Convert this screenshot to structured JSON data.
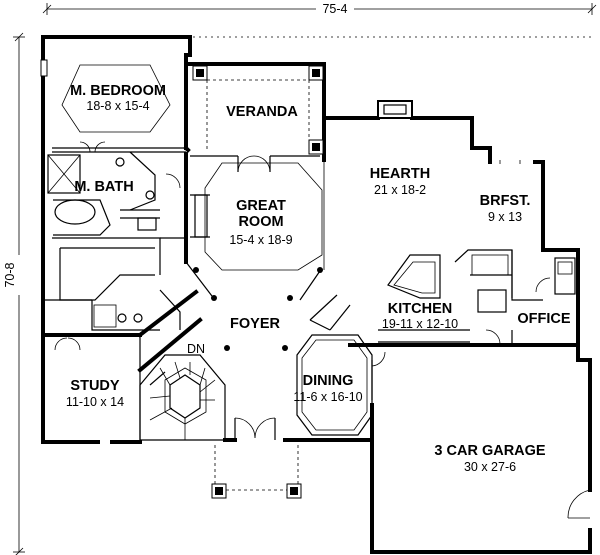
{
  "overall": {
    "width": "75-4",
    "depth": "70-8"
  },
  "rooms": {
    "master_bedroom": {
      "name": "M. BEDROOM",
      "dims": "18-8  x  15-4"
    },
    "master_bath": {
      "name": "M. BATH"
    },
    "veranda": {
      "name": "VERANDA"
    },
    "great_room": {
      "name1": "GREAT",
      "name2": "ROOM",
      "dims": "15-4  x  18-9"
    },
    "hearth": {
      "name": "HEARTH",
      "dims": "21 x 18-2"
    },
    "breakfast": {
      "name": "BRFST.",
      "dims": "9 x 13"
    },
    "kitchen": {
      "name": "KITCHEN",
      "dims": "19-11 x 12-10"
    },
    "office": {
      "name": "OFFICE"
    },
    "foyer": {
      "name": "FOYER"
    },
    "stair": {
      "name": "DN"
    },
    "study": {
      "name": "STUDY",
      "dims": "11-10  x  14"
    },
    "dining": {
      "name": "DINING",
      "dims": "11-6  x  16-10"
    },
    "garage": {
      "name": "3 CAR GARAGE",
      "dims": "30  x  27-6"
    }
  }
}
